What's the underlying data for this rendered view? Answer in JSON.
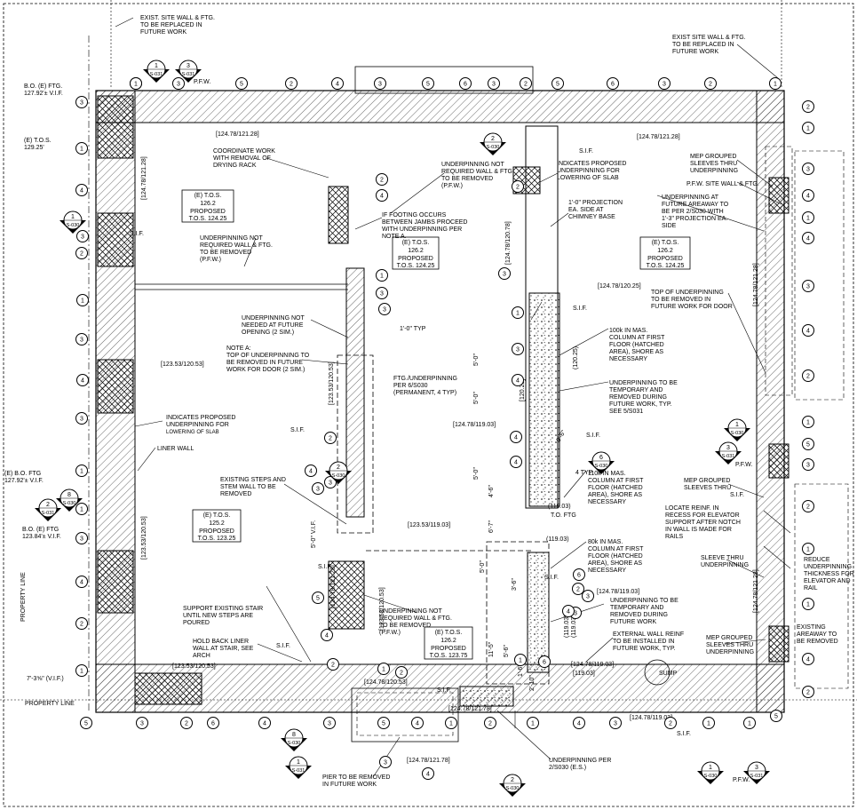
{
  "drawing": {
    "property_line": "PROPERTY LINE",
    "notes": [
      "EXIST. SITE WALL & FTG.",
      "TO BE REPLACED IN",
      "FUTURE WORK",
      "EXIST SITE WALL & FTG.",
      "TO BE REPLACED IN",
      "FUTURE WORK",
      "COORDINATE WORK",
      "WITH REMOVAL OF",
      "DRYING RACK",
      "UNDERPINNING NOT",
      "REQUIRED WALL & FTG.",
      "TO BE REMOVED",
      "(P.F.W.)",
      "INDICATES PROPOSED",
      "UNDERPINNING FOR",
      "LOWERING OF SLAB",
      "1'-0\" PROJECTION",
      "EA. SIDE AT",
      "CHIMNEY BASE",
      "IF FOOTING OCCURS",
      "BETWEEN JAMBS PROCEED",
      "WITH UNDERPINNING PER",
      "NOTE A.",
      "UNDERPINNING NOT",
      "REQUIRED WALL & FTG.",
      "TO BE REMOVED",
      "(P.F.W.)",
      "UNDERPINNING NOT",
      "NEEDED AT FUTURE",
      "OPENING (2 SIM.)",
      "NOTE A:",
      "TOP OF UNDERPINNING TO",
      "BE REMOVED IN FUTURE",
      "WORK FOR DOOR (2 SIM.)",
      "FTG./UNDERPINNING",
      "PER 6/S030",
      "(PERMANENT, 4 TYP)",
      "100k IN MAS.",
      "COLUMN AT FIRST",
      "FLOOR (HATCHED",
      "AREA), SHORE AS",
      "NECESSARY",
      "UNDERPINNING TO BE",
      "TEMPORARY AND",
      "REMOVED DURING",
      "FUTURE WORK, TYP.",
      "SEE 5/S031",
      "MEP GROUPED",
      "SLEEVES THRU",
      "UNDERPINNING",
      "P.F.W. SITE WALL & FTG.",
      "UNDERPINNING AT",
      "FUTURE AREAWAY TO",
      "BE PER 2/S030 WITH",
      "1'-3\" PROJECTION EA.",
      "SIDE",
      "TOP OF UNDERPINNING",
      "TO BE REMOVED IN",
      "FUTURE WORK FOR DOOR",
      "INDICATES PROPOSED",
      "UNDERPINNING FOR",
      "LOWERING OF SLAB",
      "LINER WALL",
      "EXISTING STEPS AND",
      "STEM WALL TO BE",
      "REMOVED",
      "110k IN MAS.",
      "COLUMN AT FIRST",
      "FLOOR (HATCHED",
      "AREA), SHORE AS",
      "NECESSARY",
      "80k IN MAS.",
      "COLUMN AT FIRST",
      "FLOOR (HATCHED",
      "AREA), SHORE AS",
      "NECESSARY",
      "UNDERPINNING TO BE",
      "TEMPORARY AND",
      "REMOVED DURING",
      "FUTURE WORK",
      "EXTERNAL WALL REINF",
      "TO BE INSTALLED IN",
      "FUTURE WORK, TYP.",
      "SUPPORT EXISTING STAIR",
      "UNTIL NEW STEPS ARE",
      "POURED",
      "UNDERPINNING NOT",
      "REQUIRED WALL & FTG.",
      "TO BE REMOVED",
      "(P.F.W.)",
      "HOLD BACK LINER",
      "WALL AT STAIR, SEE",
      "ARCH",
      "MEP GROUPED",
      "SLEEVES THRU",
      "S.I.F.",
      "LOCATE REINF. IN",
      "RECESS FOR ELEVATOR",
      "SUPPORT AFTER NOTCH",
      "IN WALL IS MADE FOR",
      "RAILS",
      "SLEEVE THRU",
      "UNDERPINNING",
      "REDUCE",
      "UNDERPINNING",
      "THICKNESS FOR",
      "ELEVATOR AND",
      "RAIL",
      "MEP GROUPED",
      "SLEEVES THRU",
      "UNDERPINNING",
      "EXISTING",
      "AREAWAY TO",
      "BE REMOVED",
      "PIER TO BE REMOVED",
      "IN FUTURE WORK",
      "UNDERPINNING PER",
      "2/S030 (E.S.)",
      "B.O. (E) FTG.",
      "127.92'± V.I.F.",
      "(E) T.O.S.",
      "129.25'",
      "(E) B.O. FTG",
      "127.92'± V.I.F.",
      "B.O. (E) FTG",
      "123.84'± V.I.F.",
      "7'-3⅝\" (V.I.F.)",
      "T.O. FTG",
      "SUMP",
      "P.F.W.",
      "P.F.W.",
      "P.F.W.",
      "S.I.F.",
      "S.I.F.",
      "S.I.F.",
      "S.I.F.",
      "S.I.F.",
      "S.I.F.",
      "S.I.F.",
      "S.I.F.",
      "S.I.F.",
      "S.I.F.",
      "1'-0\" TYP",
      "4 TYP",
      "5'-0\" V.I.F."
    ],
    "elev_boxes": [
      [
        "(E) T.O.S.",
        "126.2",
        "PROPOSED",
        "T.O.S. 124.25"
      ],
      [
        "(E) T.O.S.",
        "126.2",
        "PROPOSED",
        "T.O.S. 124.25"
      ],
      [
        "(E) T.O.S.",
        "126.2",
        "PROPOSED",
        "T.O.S. 124.25"
      ],
      [
        "(E) T.O.S.",
        "125.2",
        "PROPOSED",
        "T.O.S. 123.25"
      ],
      [
        "(E) T.O.S.",
        "126.2",
        "PROPOSED",
        "T.O.S. 123.75"
      ]
    ],
    "elevations": [
      "[124.78/121.28]",
      "[124.78/121.28]",
      "[124.78/121.28]",
      "[124.78/120.78]",
      "[124.78/121.28]",
      "[124.78/120.25]",
      "[123.53/120.53]",
      "[123.53/120.53]",
      "(120.25)",
      "[120.25]",
      "[124.78/119.03]",
      "(119.03)",
      "[123.53/119.03]",
      "(119.03)",
      "[124.78/119.03]",
      "(119.03)",
      "[124.78/119.03]",
      "[119.03]",
      "[124.78/119.03]",
      "[123.53/120.53]",
      "[123.53/120.53]",
      "[124.78/120.53]",
      "[124.78/121.78]",
      "[124.78/121.78]",
      "[123.53/120.53]",
      "[124.78/121.28]",
      "[124.78/121.28]"
    ],
    "dims": [
      "5'-0\"",
      "9'-6\"",
      "5'-0\"",
      "4'-6\"",
      "6'-7\"",
      "5'-0\"",
      "3'-6\"",
      "11'-5\"",
      "5'-6\"",
      "2'-10\"",
      "1'-6\"",
      "5'-0\"",
      "(119.03)"
    ],
    "bubbles": [
      "2",
      "3",
      "5",
      "2",
      "4",
      "3",
      "5",
      "6",
      "3",
      "2",
      "5",
      "6",
      "3",
      "2",
      "1",
      "3",
      "1",
      "4",
      "3",
      "2",
      "1",
      "3",
      "4",
      "3",
      "1",
      "1",
      "3",
      "4",
      "2",
      "1",
      "2",
      "1",
      "3",
      "4",
      "1",
      "4",
      "3",
      "4",
      "2",
      "1",
      "5",
      "3",
      "2",
      "1",
      "1",
      "4",
      "2",
      "2",
      "4",
      "1",
      "3",
      "3",
      "2",
      "3",
      "1",
      "3",
      "4",
      "4",
      "4",
      "2",
      "3",
      "5",
      "3",
      "2",
      "6",
      "4",
      "3",
      "5",
      "4",
      "1",
      "2",
      "1",
      "4",
      "3",
      "2",
      "1",
      "1",
      "5",
      "4",
      "3",
      "5",
      "4",
      "2",
      "1",
      "2",
      "1",
      "6",
      "3",
      "6",
      "2",
      "3",
      "4",
      "3",
      "4",
      "1"
    ],
    "sections": [
      {
        "num": "1",
        "sheet": "S-031"
      },
      {
        "num": "3",
        "sheet": "S-031"
      },
      {
        "num": "2",
        "sheet": "S-030"
      },
      {
        "num": "1",
        "sheet": "S-030"
      },
      {
        "num": "2",
        "sheet": "S-030"
      },
      {
        "num": "2",
        "sheet": "S-031"
      },
      {
        "num": "8",
        "sheet": "S-030"
      },
      {
        "num": "6",
        "sheet": "S-030"
      },
      {
        "num": "1",
        "sheet": "S-030"
      },
      {
        "num": "3",
        "sheet": "S-031"
      },
      {
        "num": "8",
        "sheet": "S-030"
      },
      {
        "num": "1",
        "sheet": "S-031"
      },
      {
        "num": "1",
        "sheet": "S-030"
      },
      {
        "num": "3",
        "sheet": "S-031"
      },
      {
        "num": "2",
        "sheet": "S-030"
      }
    ]
  }
}
